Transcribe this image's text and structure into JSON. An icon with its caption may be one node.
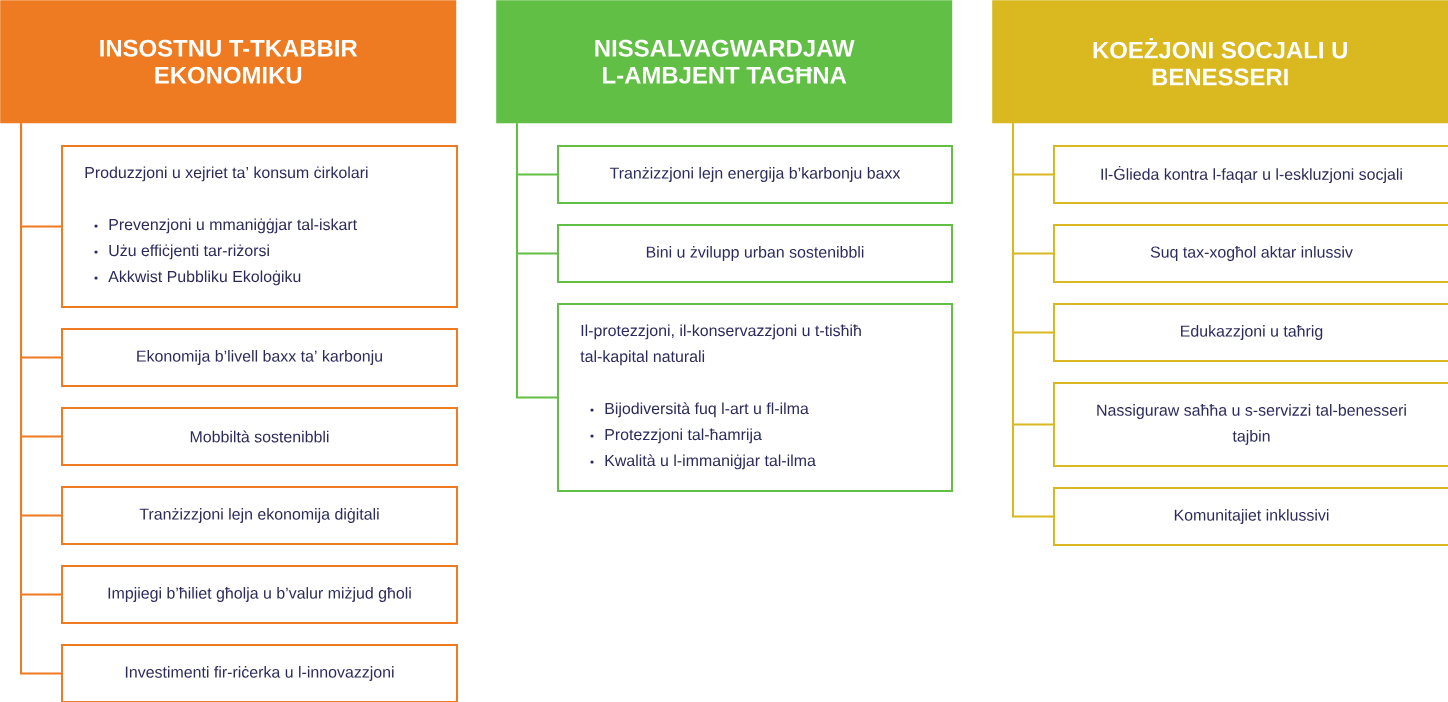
{
  "diagram": {
    "nodes": [
      {
        "text": [
          "INSOSTNU T-TKABBIR EKONOMIKU"
        ]
      },
      {
        "text": [
          "Produzzjoni u xejriet ta’ konsum ċirkolari",
          "Prevenzjoni u mmaniġġjar tal-iskart",
          "Użu effiċjenti tar-riżorsi",
          "Akkwist Pubbliku Ekoloġiku"
        ]
      },
      {
        "text": [
          "Ekonomija b’livell baxx ta’ karbonju"
        ]
      },
      {
        "text": [
          "Mobbiltà sostenibbli"
        ]
      },
      {
        "text": [
          "Tranżizzjoni lejn ekonomija diġitali"
        ]
      },
      {
        "text": [
          "Impjiegi b’ħiliet għolja u b’valur miżjud għoli"
        ]
      },
      {
        "text": [
          "Investimenti fir-riċerka u l-innovazzjoni"
        ]
      },
      {
        "text": [
          "NISSALVAGWARDJAW L-AMBJENT TAGĦNA"
        ]
      },
      {
        "text": [
          "Tranżizzjoni lejn energija b’karbonju baxx"
        ]
      },
      {
        "text": [
          "Bini u żvilupp urban sostenibbli"
        ]
      },
      {
        "text": [
          "Il-protezzjoni, il-konservazzjoni u t-tisħiħ tal-kapital naturali",
          "Bijodiversità fuq l-art u fl-ilma",
          "Protezzjoni tal-ħamrija",
          "Kwalità u l-immaniġjar tal-ilma"
        ]
      },
      {
        "text": [
          "KOEŻJONI SOCJALI U BENESSERI"
        ]
      },
      {
        "text": [
          "Il-Ġlieda kontra l-faqar u l-eskluzjoni socjali"
        ]
      },
      {
        "text": [
          "Suq tax-xogħol aktar inlussiv"
        ]
      },
      {
        "text": [
          "Edukazzjoni u taħrig"
        ]
      },
      {
        "text": [
          "Nassiguraw saħħa u s-servizzi tal-benesseri tajbin"
        ]
      },
      {
        "text": [
          "Komunitajiet inklussivi"
        ]
      }
    ],
    "edges": [
      {
        "from": 0,
        "to": 1,
        "arrow": "none"
      },
      {
        "from": 0,
        "to": 2,
        "arrow": "none"
      },
      {
        "from": 0,
        "to": 3,
        "arrow": "none"
      },
      {
        "from": 0,
        "to": 4,
        "arrow": "none"
      },
      {
        "from": 0,
        "to": 5,
        "arrow": "none"
      },
      {
        "from": 0,
        "to": 6,
        "arrow": "none"
      },
      {
        "from": 7,
        "to": 8,
        "arrow": "none",
        "color": "#62bf45"
      },
      {
        "from": 7,
        "to": 9,
        "arrow": "none",
        "color": "#62bf45"
      },
      {
        "from": 7,
        "to": 10,
        "arrow": "none",
        "color": "#62bf45"
      },
      {
        "from": 11,
        "to": 12,
        "arrow": "none",
        "color": "#d9b820"
      },
      {
        "from": 11,
        "to": 13,
        "arrow": "none",
        "color": "#d9b820"
      },
      {
        "from": 11,
        "to": 14,
        "arrow": "none",
        "color": "#d9b820"
      },
      {
        "from": 11,
        "to": 15,
        "arrow": "none",
        "color": "#d9b820"
      },
      {
        "from": 11,
        "to": 16,
        "arrow": "none",
        "color": "#d9b820"
      }
    ]
  }
}
